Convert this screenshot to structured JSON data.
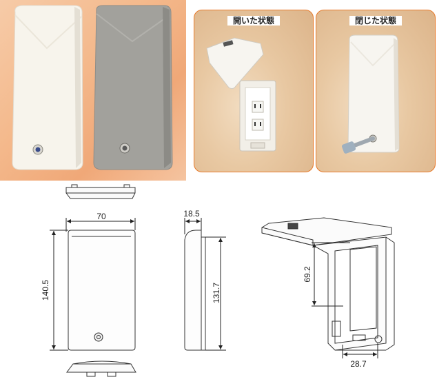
{
  "photos": {
    "open_state_label": "開いた状態",
    "closed_state_label": "閉じた状態"
  },
  "dimensions": {
    "width": "70",
    "height": "140.5",
    "depth": "18.5",
    "side_height": "131.7",
    "opening_height": "69.2",
    "opening_width": "28.7"
  },
  "colors": {
    "accent": "#e87a2a",
    "product_white": "#f7f4ec",
    "product_gray": "#a2a19c"
  }
}
